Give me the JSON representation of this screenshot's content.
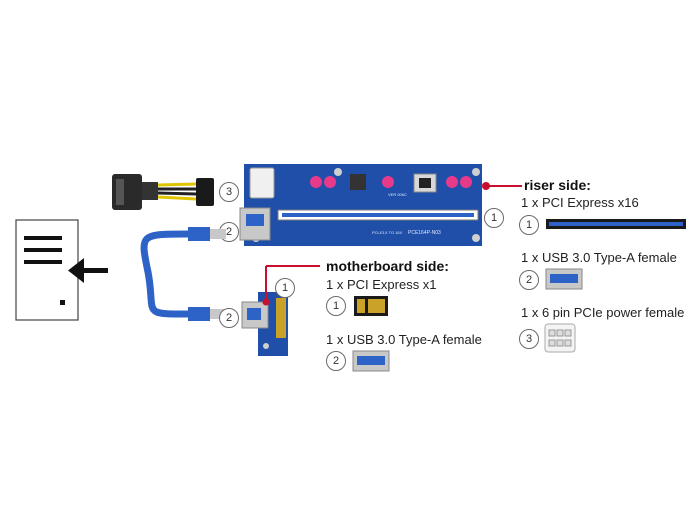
{
  "riser_side": {
    "heading": "riser side:",
    "items": [
      {
        "number": "1",
        "label": "1 x PCI Express x16"
      },
      {
        "number": "2",
        "label": "1 x USB 3.0 Type-A female"
      },
      {
        "number": "3",
        "label": "1 x 6 pin PCIe power female"
      }
    ]
  },
  "motherboard_side": {
    "heading": "motherboard side:",
    "items": [
      {
        "number": "1",
        "label": "1 x PCI Express x1"
      },
      {
        "number": "2",
        "label": "1 x USB 3.0 Type-A female"
      }
    ]
  },
  "product_callouts": {
    "power_cable": "3",
    "riser_usb": "2",
    "riser_slot": "1",
    "mb_slot": "1",
    "mb_usb": "2"
  },
  "pcb_markings": {
    "riser_code": "PCE164P-N03",
    "riser_sub": "PCI-E1X TO 16X",
    "riser_ver": "VER 006C"
  },
  "colors": {
    "pcb_blue": "#1f4fa8",
    "cable_blue": "#2d63c7",
    "callout_red": "#c8102e",
    "gold": "#c9a227"
  },
  "icons": [
    "document-icon",
    "arrow-left-icon"
  ]
}
